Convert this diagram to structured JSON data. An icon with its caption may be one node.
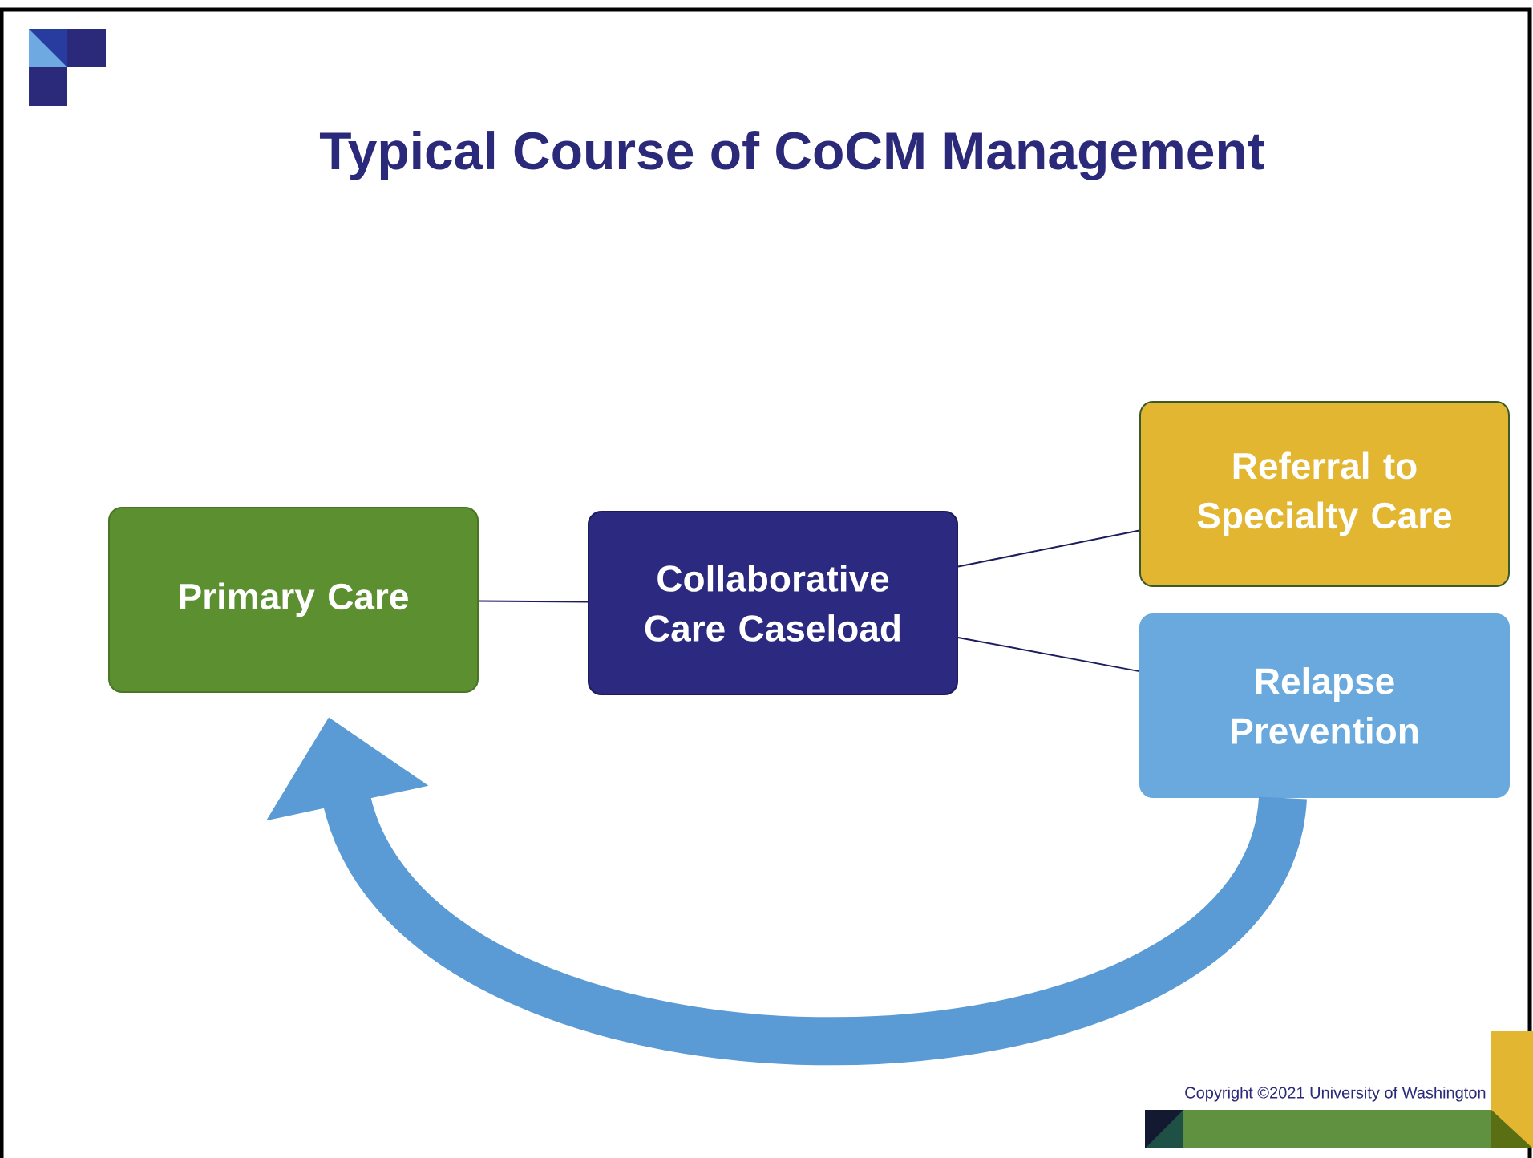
{
  "diagram": {
    "title": "Typical Course of CoCM Management",
    "nodes": [
      {
        "text": [
          "Primary Care"
        ]
      },
      {
        "text": [
          "Collaborative Care Caseload"
        ]
      },
      {
        "text": [
          "Referral to Specialty Care"
        ]
      },
      {
        "text": [
          "Relapse Prevention"
        ]
      }
    ],
    "edges": [
      {
        "from": 0,
        "to": 1,
        "arrow": "none"
      },
      {
        "from": 1,
        "to": 2,
        "arrow": "none"
      },
      {
        "from": 1,
        "to": 3,
        "arrow": "none"
      },
      {
        "from": 3,
        "to": 0,
        "arrow": "to",
        "style": "thick",
        "color": "#5b9bd5"
      }
    ],
    "labels": [
      "Copyright ©2021 University of Washington"
    ]
  }
}
